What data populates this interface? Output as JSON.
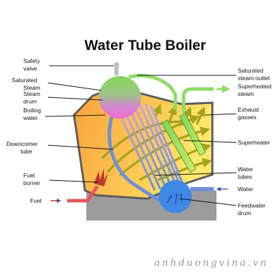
{
  "title": "Water Tube Boiler",
  "labels_left": {
    "safety_valve": [
      "Safety",
      "valve"
    ],
    "saturated_steam": [
      "Saturated",
      "Steam"
    ],
    "steam_drum": [
      "Steam",
      "drum"
    ],
    "boiling_water": [
      "Boiling",
      "water"
    ],
    "downcomer_tube": [
      "Downcomer",
      "tube"
    ],
    "fuel_burner": [
      "Fuel",
      "burner"
    ],
    "fuel": [
      "Fuel"
    ]
  },
  "labels_right": {
    "saturated_steam_outlet": [
      "Saturated",
      "steam outlet"
    ],
    "superheated_steam": [
      "Superheated",
      "steam"
    ],
    "exhaust_gasses": [
      "Exhaust",
      "gasses"
    ],
    "superheater": [
      "Superheater"
    ],
    "water_tubes": [
      "Water",
      "tubes"
    ],
    "water": [
      "Water"
    ],
    "feedwater_drum": [
      "Feedwater",
      "drum"
    ]
  },
  "watermark": "anhduongvina.vn",
  "colors": {
    "steam_green": "#7fd35a",
    "water_pink": "#f06ed0",
    "furnace_orange": "#f9a23b",
    "furnace_yellow": "#fde86a",
    "tube_blue": "#6f8fd8",
    "drum_blue": "#3f88e6",
    "flow_olive": "#a8a31e",
    "fuel_red": "#e8545c",
    "base_gray": "#9c9c9c",
    "wall_gray": "#5c5c5c"
  }
}
